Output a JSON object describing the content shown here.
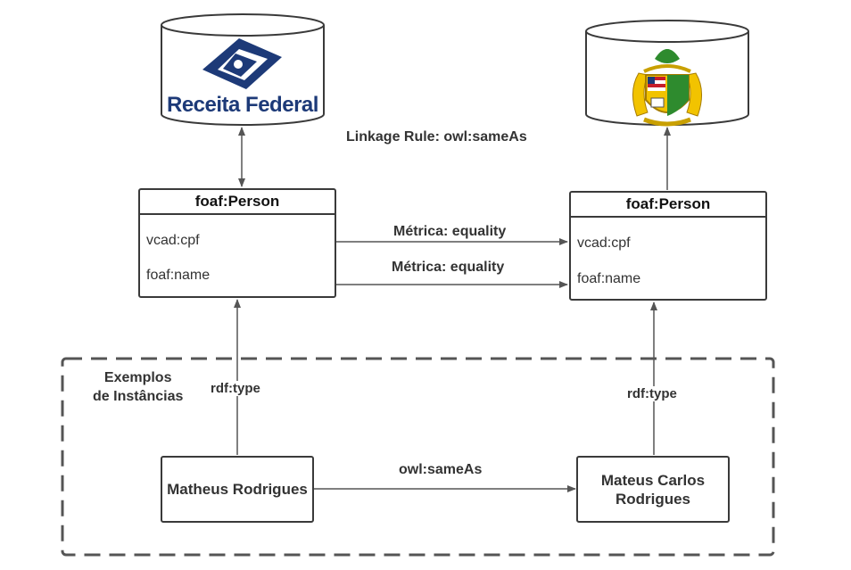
{
  "databases": {
    "left": {
      "name": "Receita Federal",
      "logo_text": "Receita Federal",
      "logo_color": "#1d3a78"
    },
    "right": {
      "name": "Coat of arms (Maranhão-style)",
      "logo_colors": [
        "#2e8b2e",
        "#f2c300",
        "#c61d2a",
        "#1d3a78"
      ]
    }
  },
  "linkage_rule": "Linkage Rule: owl:sameAs",
  "left_class": {
    "title": "foaf:Person",
    "attrs": [
      "vcad:cpf",
      "foaf:name"
    ]
  },
  "right_class": {
    "title": "foaf:Person",
    "attrs": [
      "vcad:cpf",
      "foaf:name"
    ]
  },
  "metrics": [
    "Métrica: equality",
    "Métrica: equality"
  ],
  "instances_group": {
    "label_line1": "Exemplos",
    "label_line2": "de Instâncias"
  },
  "left_instance": {
    "label": "Matheus Rodrigues",
    "type_label": "rdf:type"
  },
  "right_instance": {
    "label_line1": "Mateus Carlos",
    "label_line2": "Rodrigues",
    "type_label": "rdf:type"
  },
  "instance_link": "owl:sameAs",
  "colors": {
    "stroke": "#3a3a3a",
    "arrow": "#555555",
    "dash": "#555555"
  }
}
